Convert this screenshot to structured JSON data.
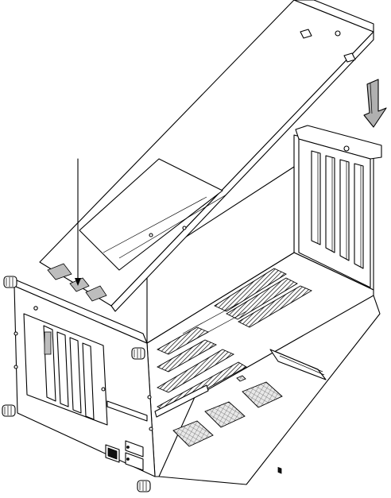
{
  "figure": {
    "kind": "exploded-assembly-diagram",
    "parts": [
      "cover-plate",
      "card-cage-bracket",
      "chassis-front-panel",
      "pci-riser-board",
      "thumbscrews",
      "insertion-direction-arrow",
      "callout-pointer"
    ]
  },
  "colors": {
    "line": "#000000",
    "background": "#ffffff",
    "shade": "#bdbdbd",
    "arrow_fill": "#b0b0b0"
  }
}
